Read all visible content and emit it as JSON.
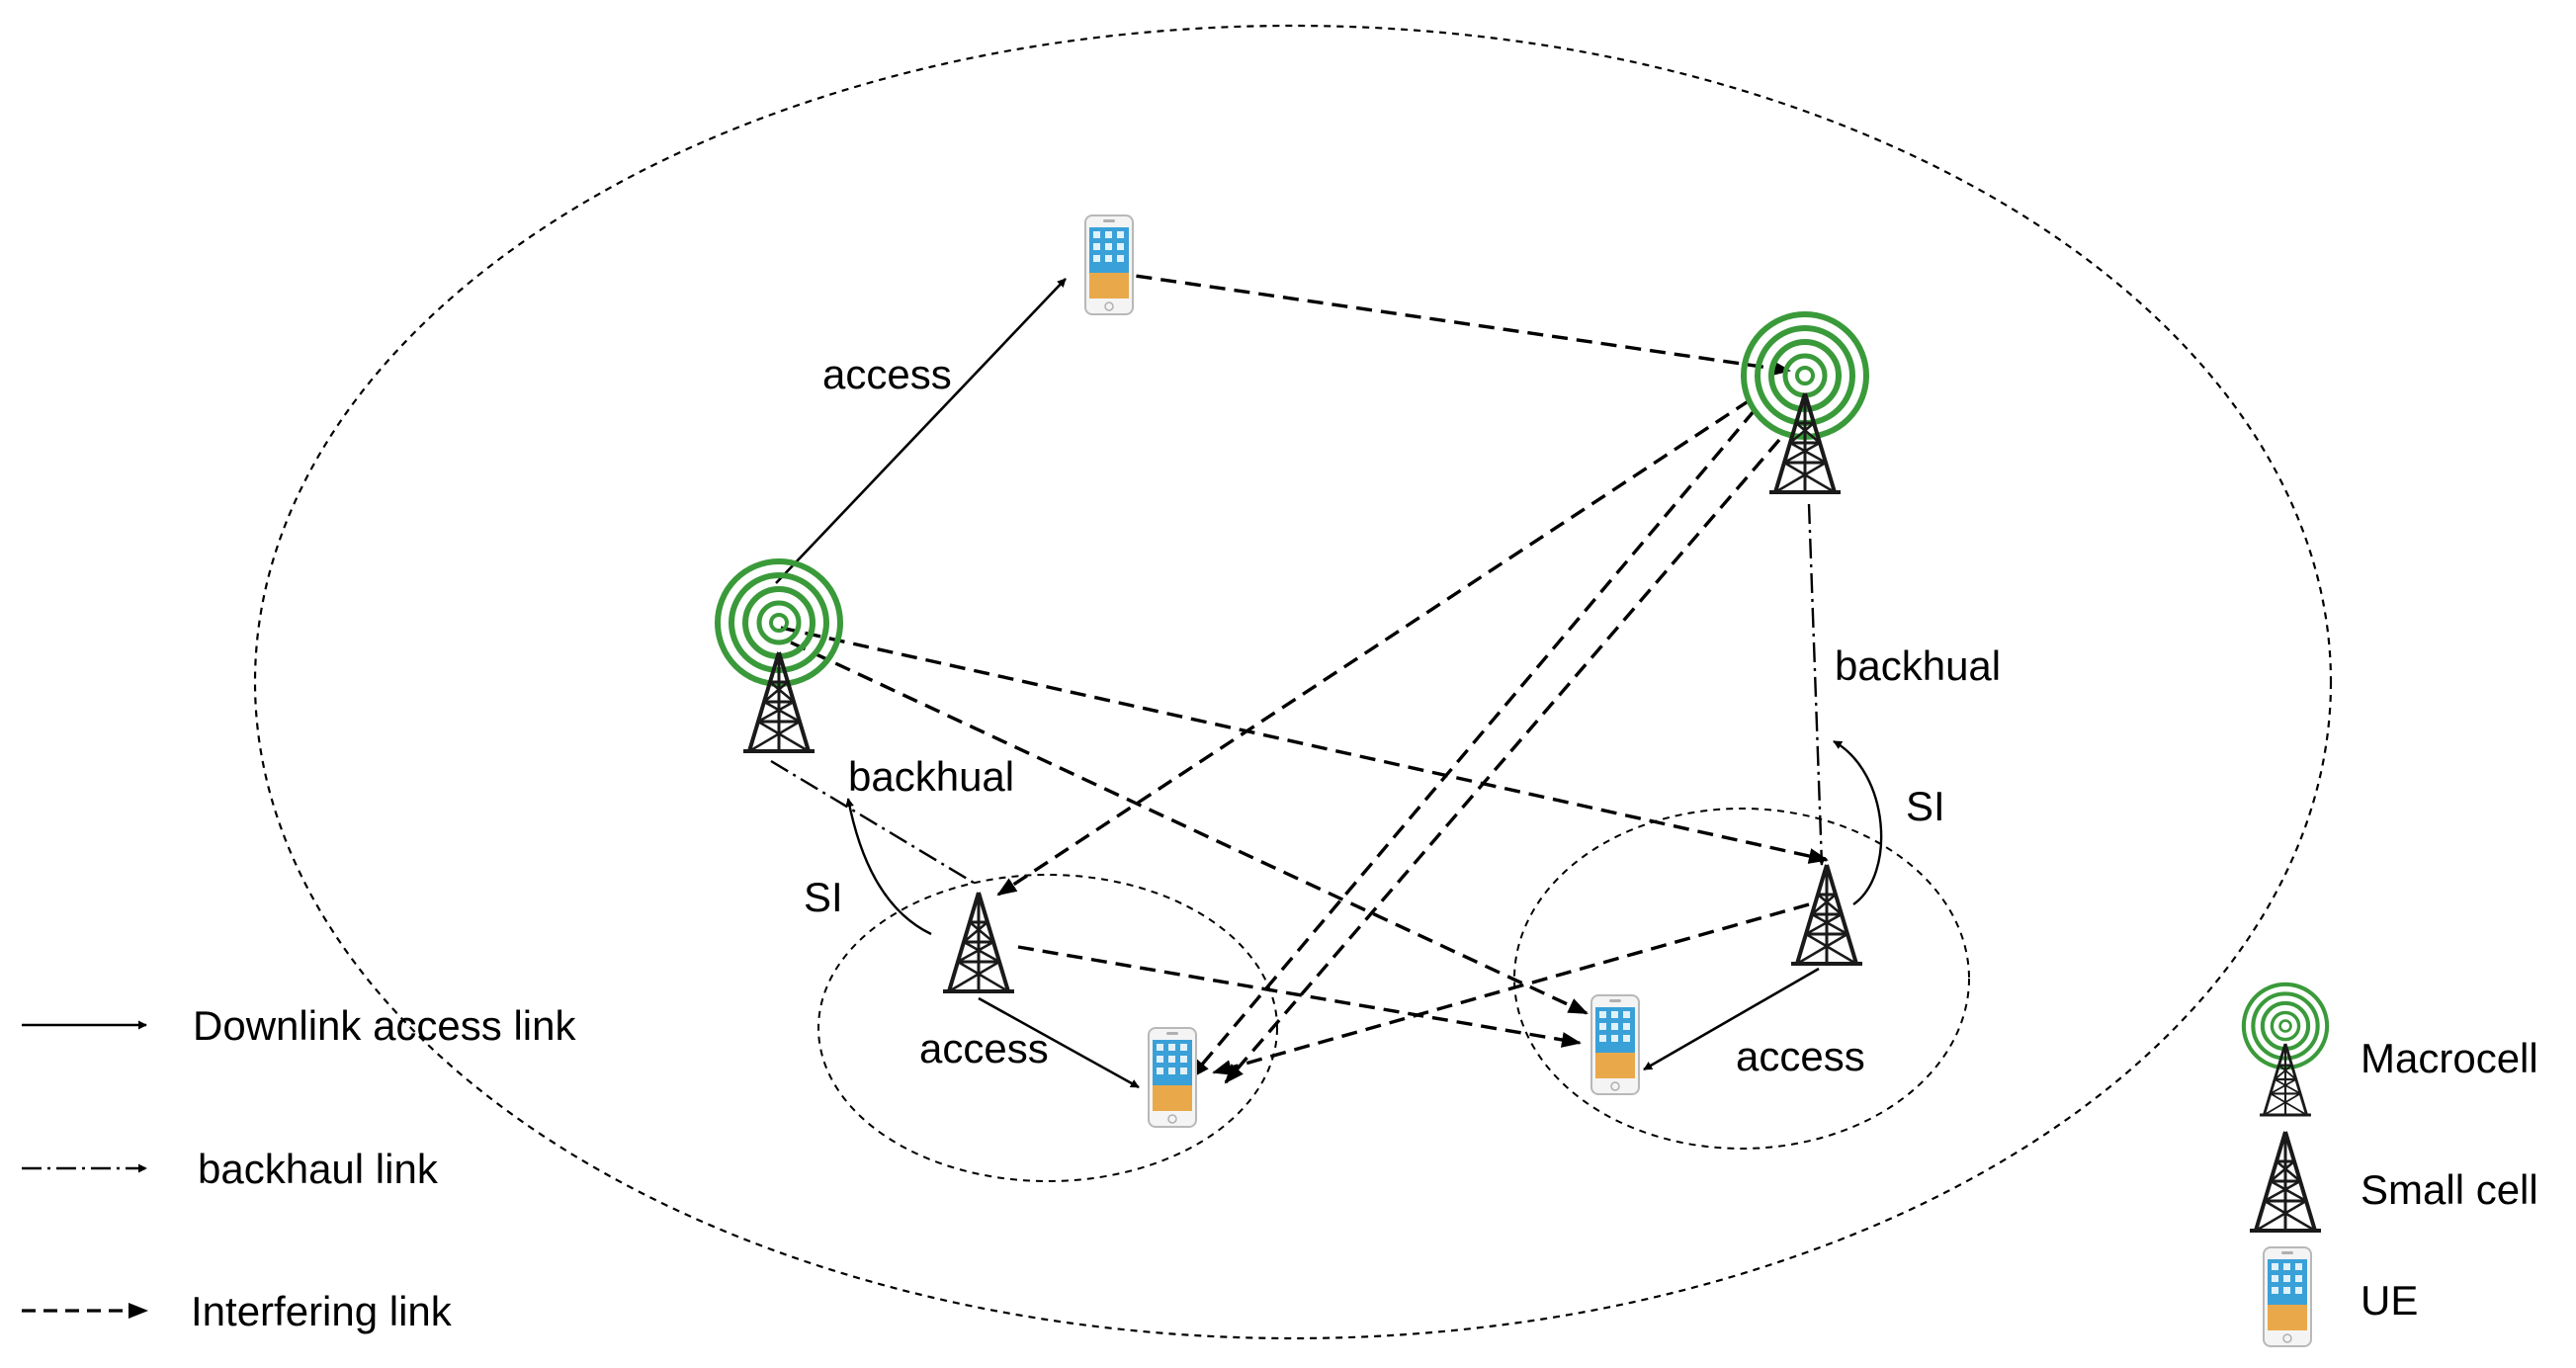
{
  "labels": {
    "access_top": "access",
    "access_left": "access",
    "access_right": "access",
    "backhual_left": "backhual",
    "backhual_right": "backhual",
    "si_left": "SI",
    "si_right": "SI"
  },
  "legend": {
    "downlink": "Downlink access  link",
    "backhaul": "backhaul  link",
    "interfering": "Interfering link",
    "macrocell": "Macrocell",
    "small_cell": "Small cell",
    "ue": "UE"
  },
  "colors": {
    "macrocell_ring": "#3a9a3a",
    "tower": "#1a1a1a",
    "ue_screen": "#3aa0d8",
    "line": "#000000"
  }
}
